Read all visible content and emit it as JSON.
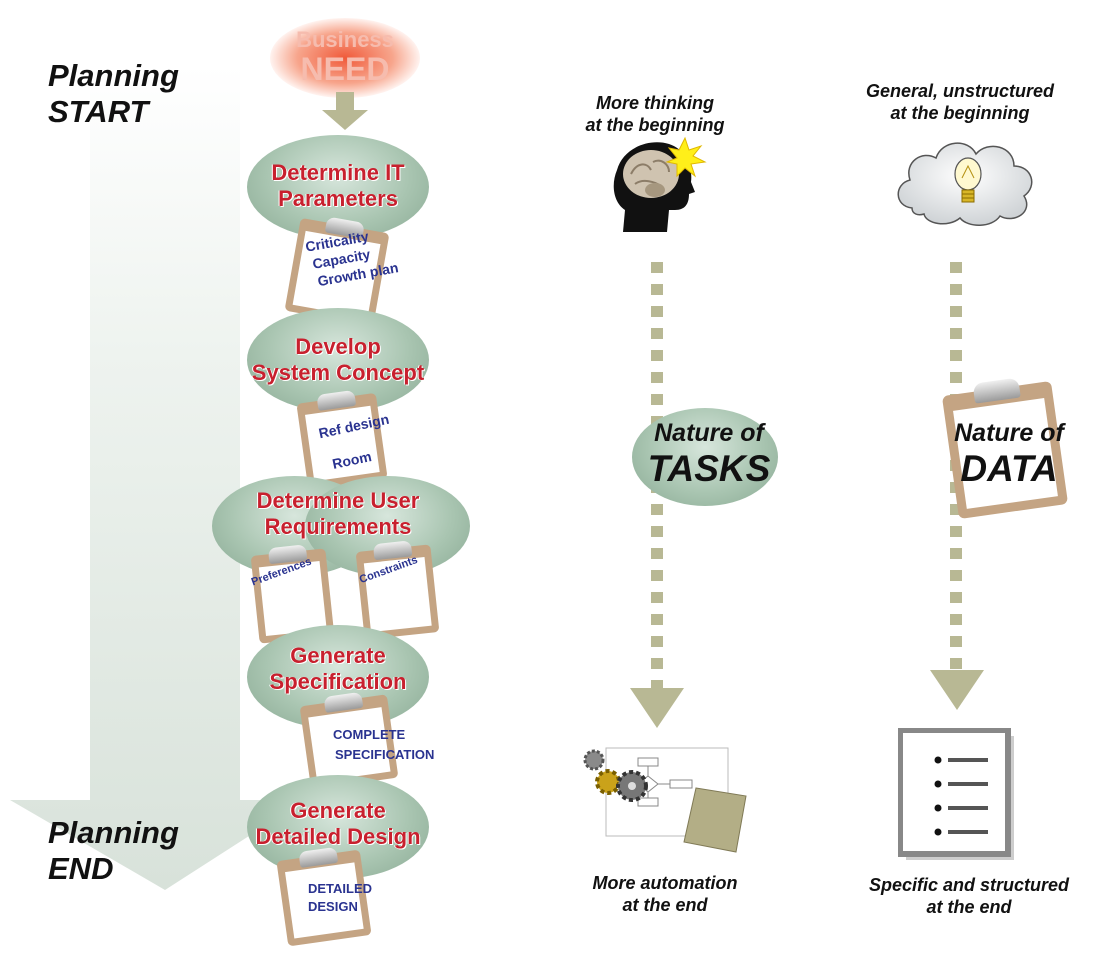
{
  "sides": {
    "top": [
      "Planning",
      "START"
    ],
    "bottom": [
      "Planning",
      "END"
    ]
  },
  "business_need": [
    "Business",
    "NEED"
  ],
  "steps": [
    [
      "Determine IT",
      "Parameters"
    ],
    [
      "Develop",
      "System Concept"
    ],
    [
      "Determine User",
      "Requirements"
    ],
    [
      "Generate",
      "Specification"
    ],
    [
      "Generate",
      "Detailed Design"
    ]
  ],
  "clipboards": {
    "it_params": [
      "Criticality",
      "Capacity",
      "Growth plan"
    ],
    "concept": [
      "Ref design",
      "Room"
    ],
    "preferences": "Preferences",
    "constraints": "Constraints",
    "spec": [
      "COMPLETE",
      "SPECIFICATION"
    ],
    "design": [
      "DETAILED",
      "DESIGN"
    ]
  },
  "tasks": {
    "top_caption": [
      "More thinking",
      "at the beginning"
    ],
    "label": [
      "Nature of",
      "TASKS"
    ],
    "bottom_caption": [
      "More automation",
      "at the end"
    ]
  },
  "data_col": {
    "top_caption": [
      "General, unstructured",
      "at the beginning"
    ],
    "label": [
      "Nature of",
      "DATA"
    ],
    "bottom_caption": [
      "Specific and structured",
      "at the end"
    ]
  },
  "colors": {
    "step_text": "#c8202e",
    "note_text": "#2a3390",
    "ellipse": "#a9c5b1",
    "arrow": "#b8b894",
    "clipboard": "#c4a483"
  }
}
